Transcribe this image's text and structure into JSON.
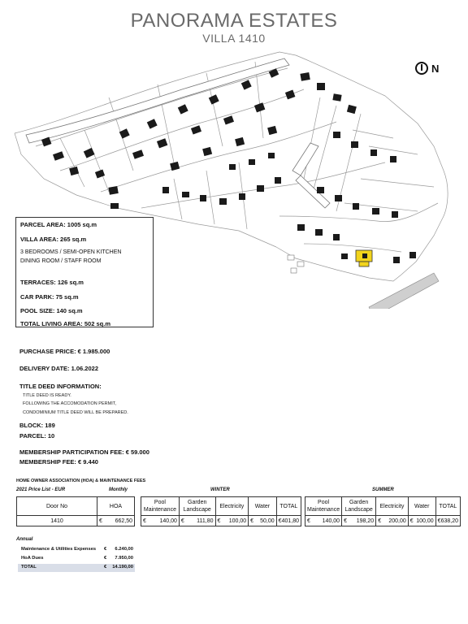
{
  "header": {
    "title": "PANORAMA ESTATES",
    "subtitle": "VILLA 1410"
  },
  "compass": {
    "label": "N"
  },
  "colors": {
    "highlight": "#f2d41c",
    "building": "#1a1a1a",
    "parcel_line": "#9a9a9a",
    "box_border": "#333333",
    "total_row_bg": "#d9dee8"
  },
  "info_box": {
    "parcel_area": "PARCEL AREA: 1005 sq.m",
    "villa_area": "VILLA AREA: 265 sq.m",
    "rooms_line1": "3 BEDROOMS / SEMI-OPEN KITCHEN",
    "rooms_line2": "DINING ROOM / STAFF ROOM",
    "terraces": "TERRACES: 126 sq.m",
    "car_park": "CAR PARK: 75 sq.m",
    "pool_size": "POOL SIZE: 140 sq.m",
    "total_living": "TOTAL LIVING AREA: 502 sq.m"
  },
  "details": {
    "purchase_price": "PURCHASE PRICE: € 1.985.000",
    "delivery_date": "DELIVERY DATE: 1.06.2022",
    "title_deed_heading": "TITLE DEED INFORMATION:",
    "title_deed_line1": "TITLE DEED IS READY.",
    "title_deed_line2": "FOLLOWING THE ACCOMODATION PERMIT,",
    "title_deed_line3": "CONDOMINIUM TITLE DEED WILL BE PREPARED.",
    "block": "BLOCK: 189",
    "parcel": "PARCEL: 10",
    "participation_fee": "MEMBERSHIP PARTICIPATION FEE: € 59.000",
    "membership_fee": "MEMBERSHIP FEE: € 9.440"
  },
  "hoa": {
    "heading": "HOME OWNER ASSOCIATION (HOA) & MAINTENANCE FEES",
    "price_list": "2021 Price List - EUR",
    "monthly": "Monthly",
    "winter": "WINTER",
    "summer": "SUMMER",
    "table1": {
      "headers": [
        "Door No",
        "HOA"
      ],
      "row": {
        "door": "1410",
        "cur": "€",
        "hoa": "662,50"
      }
    },
    "winter_table": {
      "headers": [
        "Pool Maintenance",
        "Garden Landscape",
        "Electricity",
        "Water",
        "TOTAL"
      ],
      "values": [
        {
          "cur": "€",
          "val": "140,00"
        },
        {
          "cur": "€",
          "val": "111,80"
        },
        {
          "cur": "€",
          "val": "100,00"
        },
        {
          "cur": "€",
          "val": "50,00"
        },
        {
          "cur": "€",
          "val": "401,80"
        }
      ]
    },
    "summer_table": {
      "headers": [
        "Pool Maintenance",
        "Garden Landscape",
        "Electricity",
        "Water",
        "TOTAL"
      ],
      "values": [
        {
          "cur": "€",
          "val": "140,00"
        },
        {
          "cur": "€",
          "val": "198,20"
        },
        {
          "cur": "€",
          "val": "200,00"
        },
        {
          "cur": "€",
          "val": "100,00"
        },
        {
          "cur": "€",
          "val": "638,20"
        }
      ]
    }
  },
  "annual": {
    "label": "Annual",
    "rows": [
      {
        "label": "Maintenance & Utilities Expenses",
        "cur": "€",
        "value": "6.240,00"
      },
      {
        "label": "HoA Dues",
        "cur": "€",
        "value": "7.950,00"
      },
      {
        "label": "TOTAL",
        "cur": "€",
        "value": "14.190,00"
      }
    ]
  }
}
